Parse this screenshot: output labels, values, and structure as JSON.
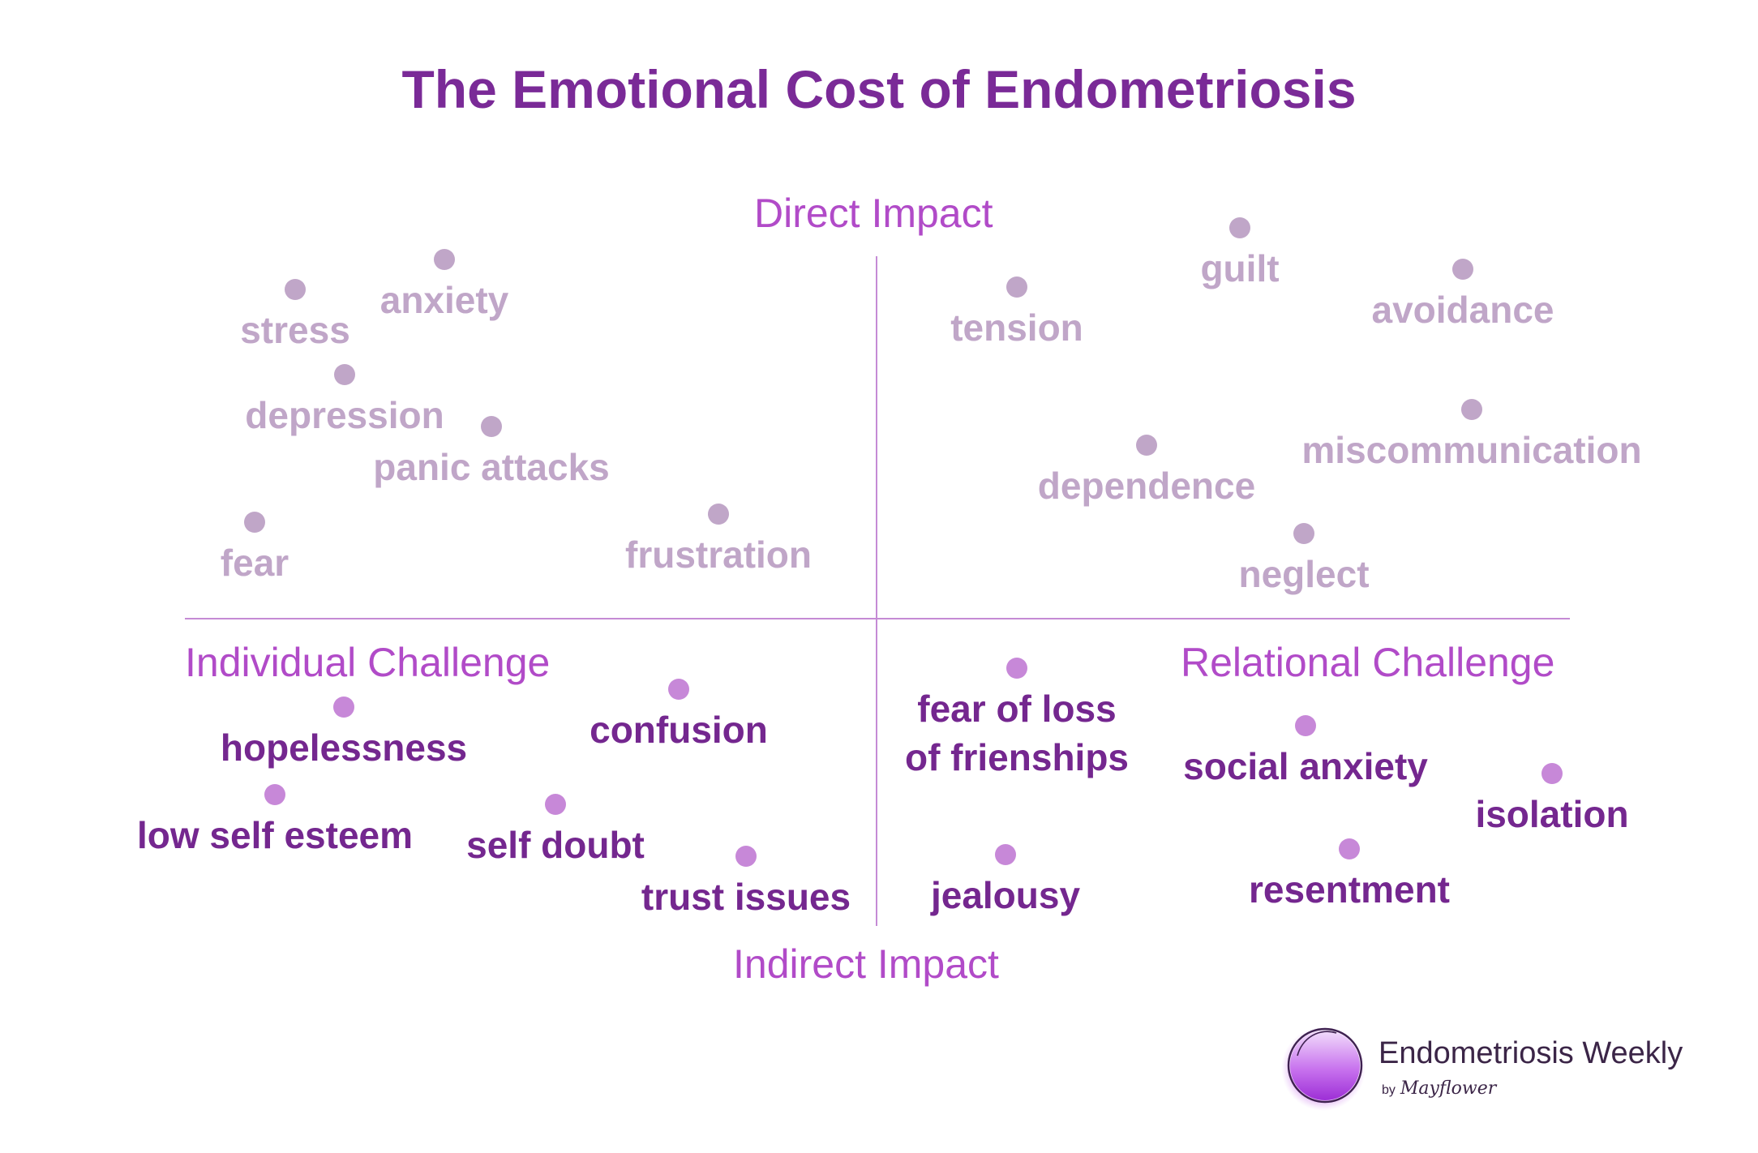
{
  "title": "The Emotional Cost of Endometriosis",
  "axes": {
    "top": "Direct Impact",
    "bottom": "Indirect Impact",
    "left": "Individual Challenge",
    "right": "Relational Challenge"
  },
  "items": [
    {
      "label": "stress",
      "tone": "top"
    },
    {
      "label": "anxiety",
      "tone": "top"
    },
    {
      "label": "depression",
      "tone": "top"
    },
    {
      "label": "panic attacks",
      "tone": "top"
    },
    {
      "label": "fear",
      "tone": "top"
    },
    {
      "label": "frustration",
      "tone": "top"
    },
    {
      "label": "tension",
      "tone": "top"
    },
    {
      "label": "guilt",
      "tone": "top"
    },
    {
      "label": "avoidance",
      "tone": "top"
    },
    {
      "label": "miscommunication",
      "tone": "top"
    },
    {
      "label": "dependence",
      "tone": "top"
    },
    {
      "label": "neglect",
      "tone": "top"
    },
    {
      "label": "hopelessness",
      "tone": "bottom"
    },
    {
      "label": "confusion",
      "tone": "bottom"
    },
    {
      "label": "low self esteem",
      "tone": "bottom"
    },
    {
      "label": "self doubt",
      "tone": "bottom"
    },
    {
      "label": "trust issues",
      "tone": "bottom"
    },
    {
      "label": "fear of loss\nof frienships",
      "tone": "bottom"
    },
    {
      "label": "social anxiety",
      "tone": "bottom"
    },
    {
      "label": "isolation",
      "tone": "bottom"
    },
    {
      "label": "resentment",
      "tone": "bottom"
    },
    {
      "label": "jealousy",
      "tone": "bottom"
    }
  ],
  "brand": {
    "name": "Endometriosis Weekly",
    "by": "by",
    "maker": "Mayflower"
  },
  "colors": {
    "title": "#7a2a97",
    "axis_label": "#b14bc8",
    "top_items": "#c0a6c8",
    "bottom_text": "#74278f",
    "bottom_dots": "#c788d8",
    "lines": "#c58bd5"
  }
}
